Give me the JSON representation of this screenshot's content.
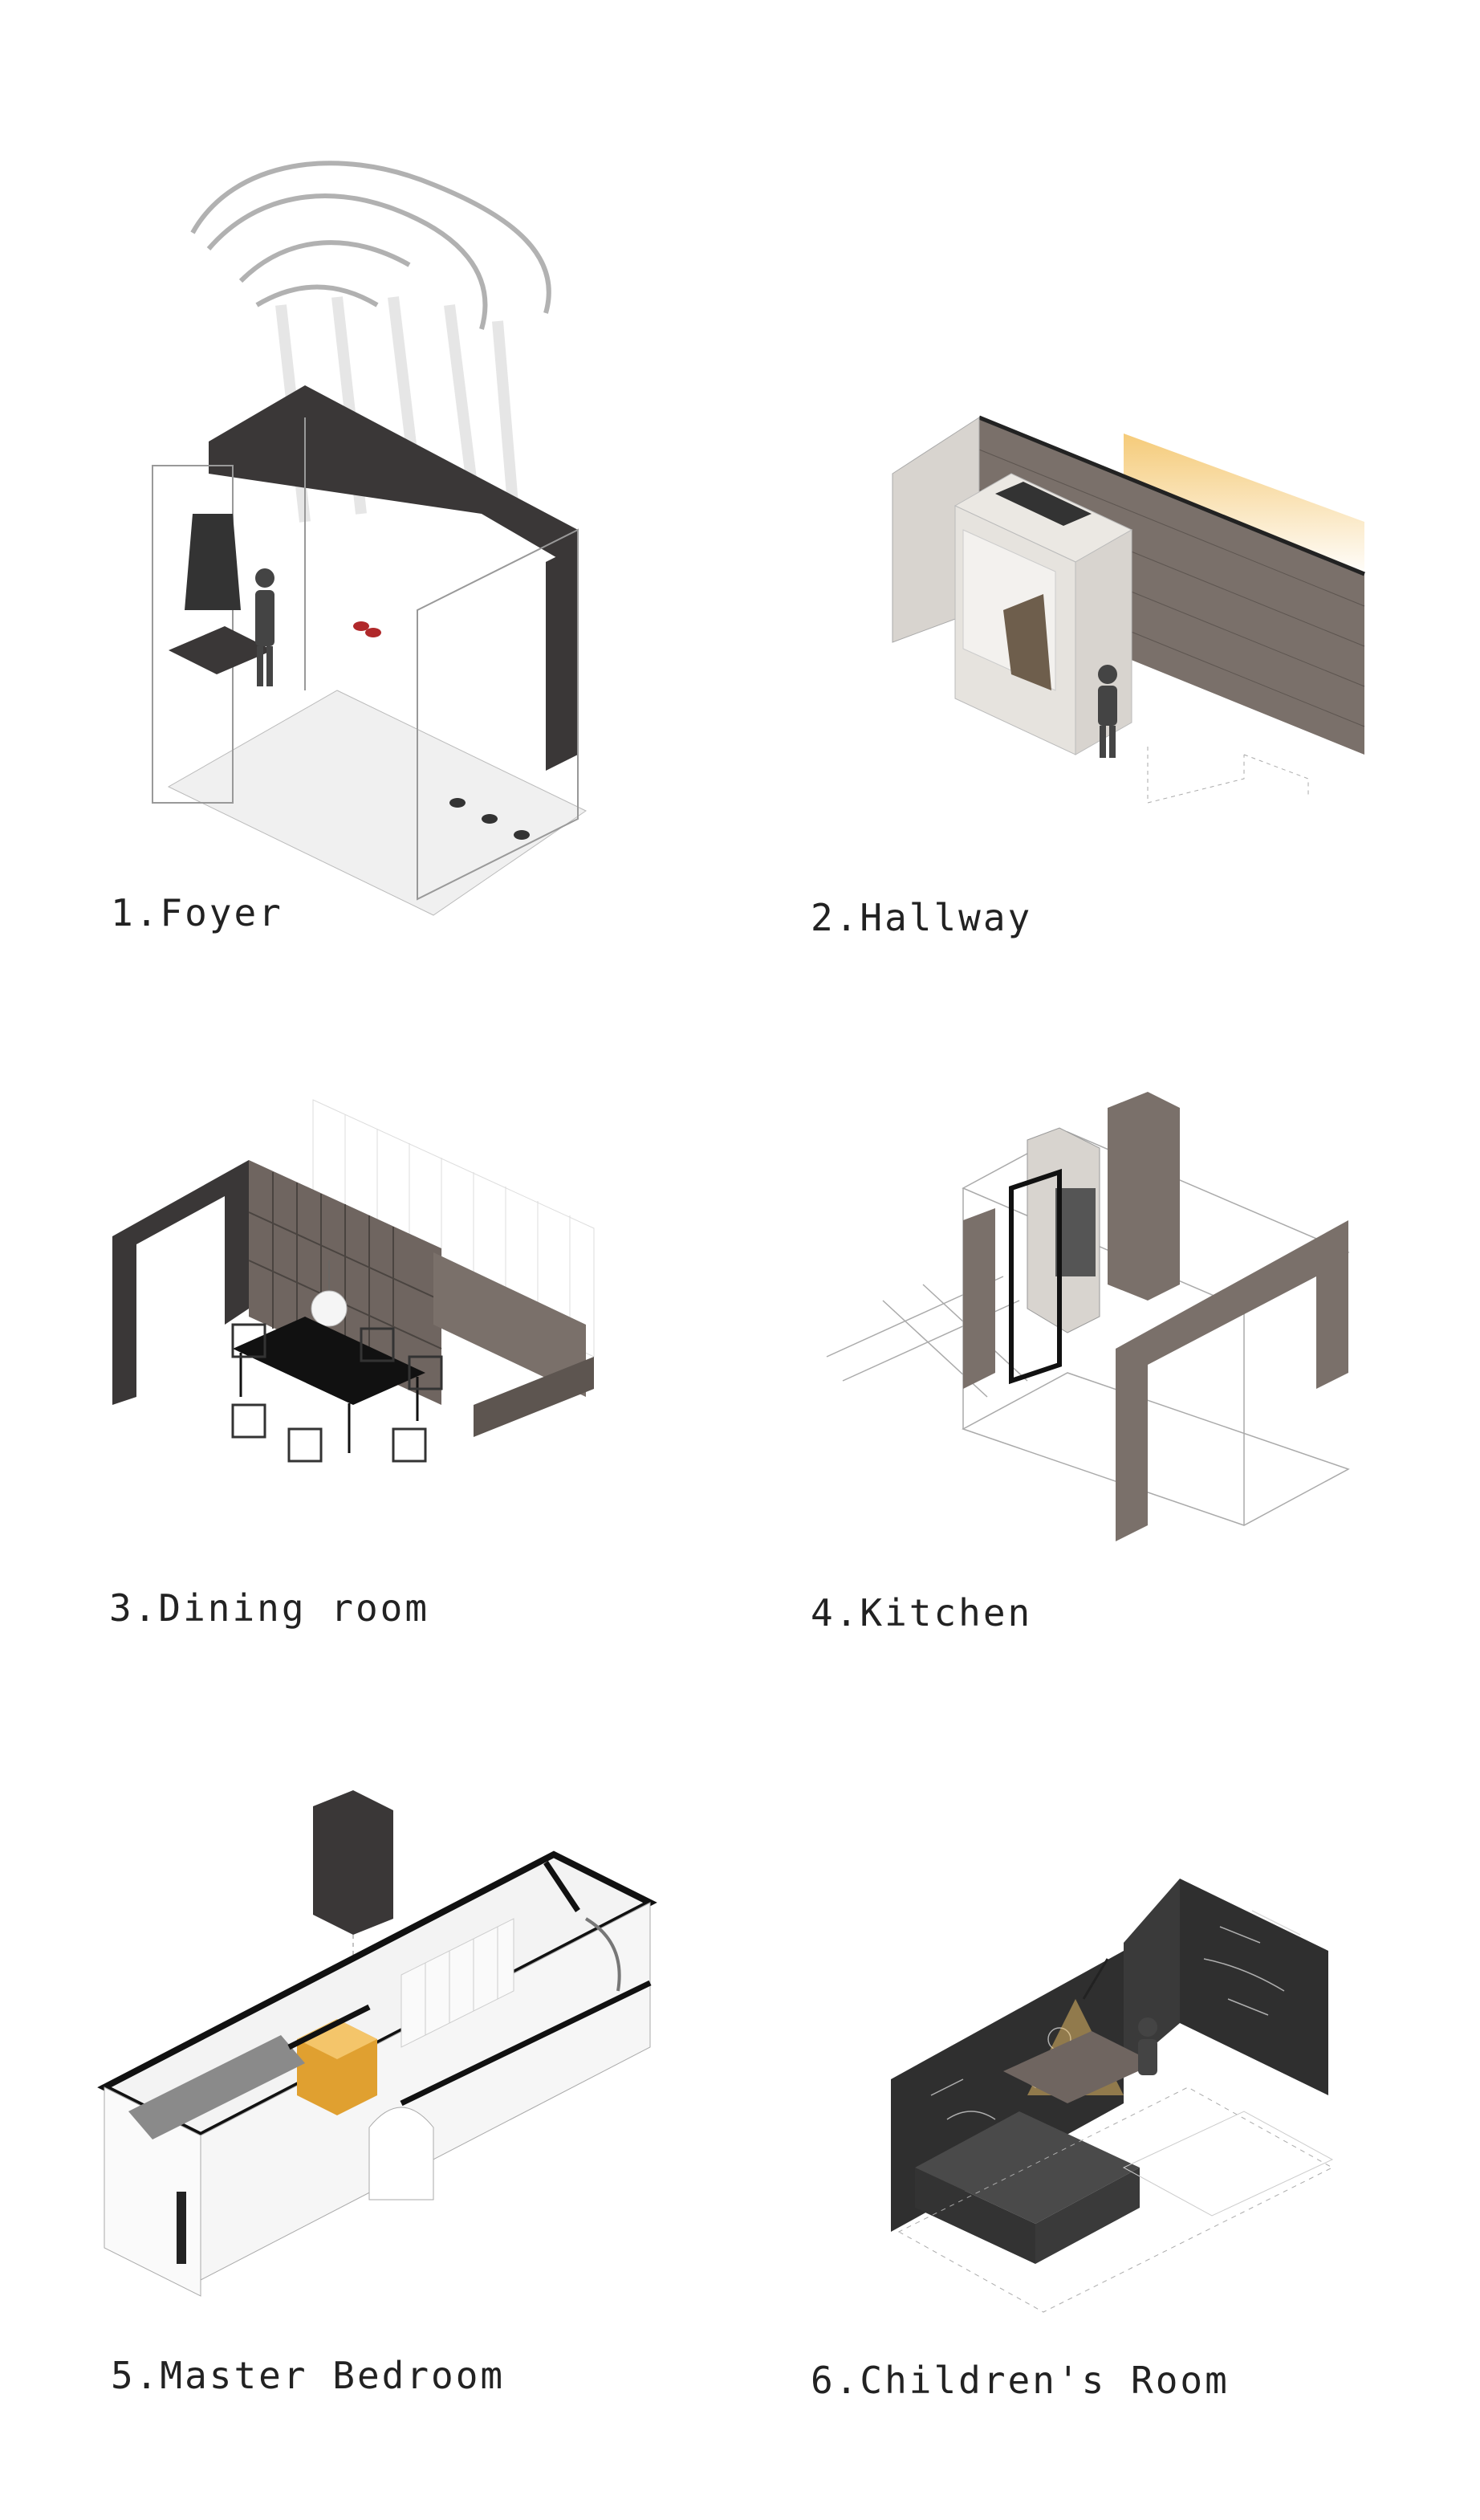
{
  "panels": [
    {
      "label": "1.Foyer"
    },
    {
      "label": "2.Hallway"
    },
    {
      "label": "3.Dining room"
    },
    {
      "label": "4.Kitchen"
    },
    {
      "label": "5.Master Bedroom"
    },
    {
      "label": "6.Children's Room"
    }
  ],
  "colors": {
    "dark_panel": "#3a3737",
    "wood": "#6f6560",
    "light_wood": "#a49b95",
    "line": "#8a8a8a",
    "warm_light": "#f4c56a",
    "marble": "#e6e3de",
    "chalkboard": "#2f2f2f",
    "accent_orange": "#e0a030"
  }
}
